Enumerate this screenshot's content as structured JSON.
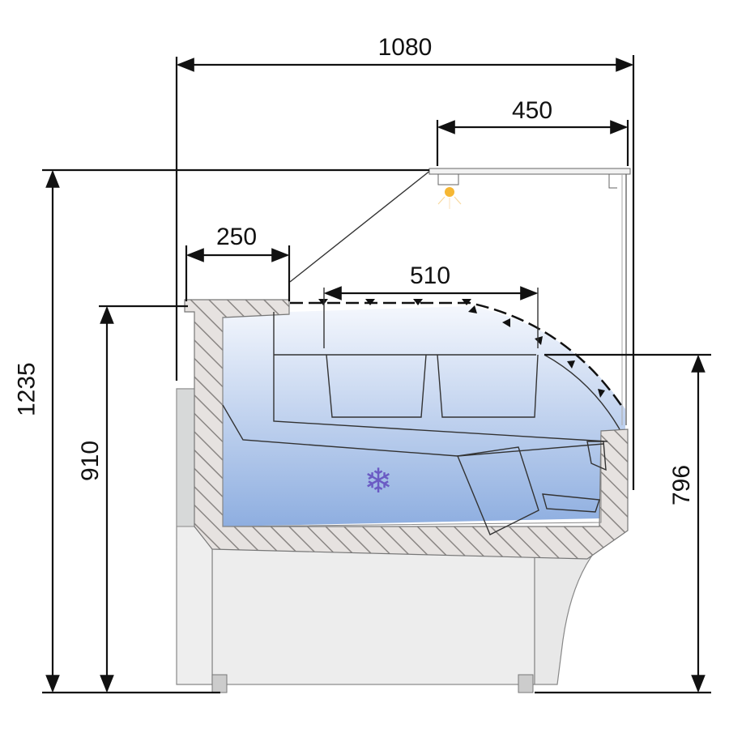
{
  "title": "Refrigerated display counter – side section",
  "dimensions": {
    "overall_width": "1080",
    "top_canopy_width": "450",
    "counter_top_width": "250",
    "display_depth": "510",
    "overall_height": "1235",
    "counter_height": "910",
    "display_height": "796"
  },
  "icons": {
    "light": "light-bulb-icon",
    "cold": "snowflake-icon",
    "snowflake_glyph": "❄"
  },
  "colors": {
    "cold_top": "#f4f7fd",
    "cold_bottom": "#8eaee0",
    "light": "#f6b733",
    "snowflake": "#6b5bc4",
    "hatch": "#9a9a9a",
    "body": "#ececec"
  }
}
